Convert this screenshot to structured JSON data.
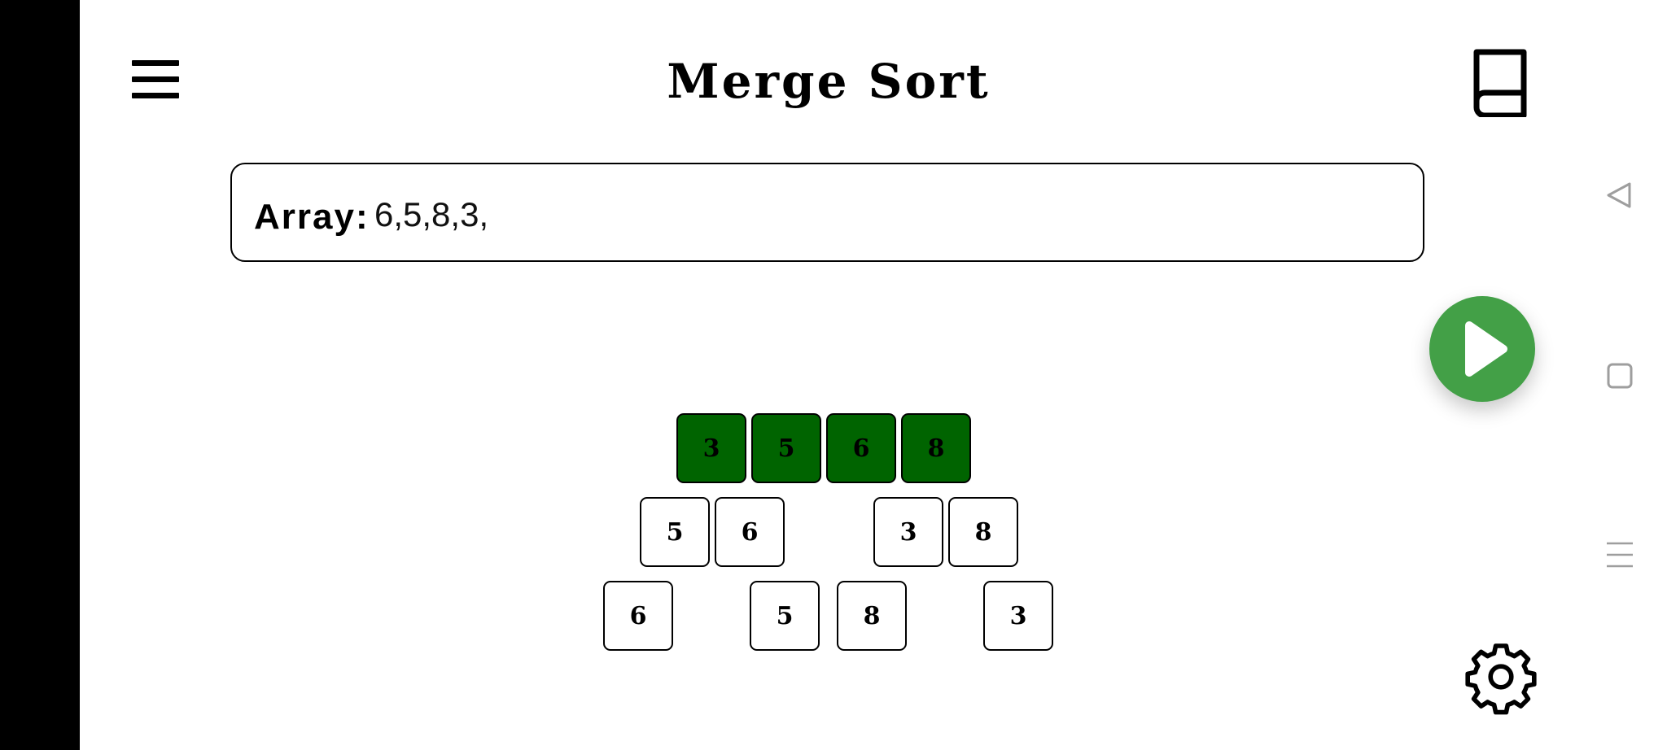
{
  "header": {
    "title": "Merge Sort",
    "menu_icon": "hamburger-menu-icon",
    "book_icon": "book-icon"
  },
  "array_input": {
    "label": "Array:",
    "value": "6,5,8,3,"
  },
  "play_button": {
    "icon": "play-icon",
    "color": "#43a047"
  },
  "settings_button": {
    "icon": "gear-icon"
  },
  "sorted_color": "#006400",
  "visualization": {
    "level_0": [
      "3",
      "5",
      "6",
      "8"
    ],
    "level_1_left": [
      "5",
      "6"
    ],
    "level_1_right": [
      "3",
      "8"
    ],
    "level_2": [
      "6",
      "5",
      "8",
      "3"
    ]
  },
  "system_nav": [
    "back-icon",
    "home-icon",
    "recents-icon"
  ]
}
